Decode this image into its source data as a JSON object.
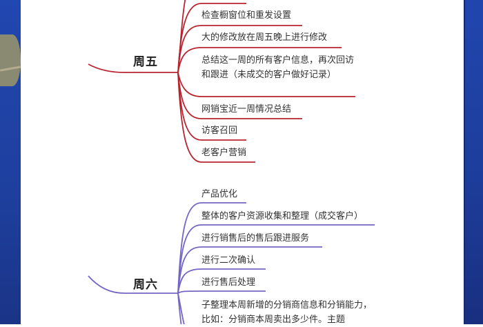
{
  "colors": {
    "friday_branch": "#b8232f",
    "saturday_branch": "#7366c4",
    "edge_blue": "#1e3f9e",
    "text": "#333333"
  },
  "mindmap": {
    "friday": {
      "label": "周五",
      "items": [
        {
          "label": "检查橱窗位和重发设置"
        },
        {
          "label": "大的修改放在周五晚上进行修改"
        },
        {
          "label": "总结这一周的所有客户信息，再次回访和跟进（未成交的客户做好记录）"
        },
        {
          "label": "网销宝近一周情况总结"
        },
        {
          "label": "访客召回"
        },
        {
          "label": "老客户营销"
        }
      ]
    },
    "saturday": {
      "label": "周六",
      "items": [
        {
          "label": "产品优化"
        },
        {
          "label": "整体的客户资源收集和整理（成交客户）"
        },
        {
          "label": "进行销售后的售后跟进服务"
        },
        {
          "label": "进行二次确认"
        },
        {
          "label": "进行售后处理"
        },
        {
          "label": "子整理本周新增的分销商信息和分销能力，比如：分销商本周卖出多少件。主题"
        }
      ]
    }
  }
}
